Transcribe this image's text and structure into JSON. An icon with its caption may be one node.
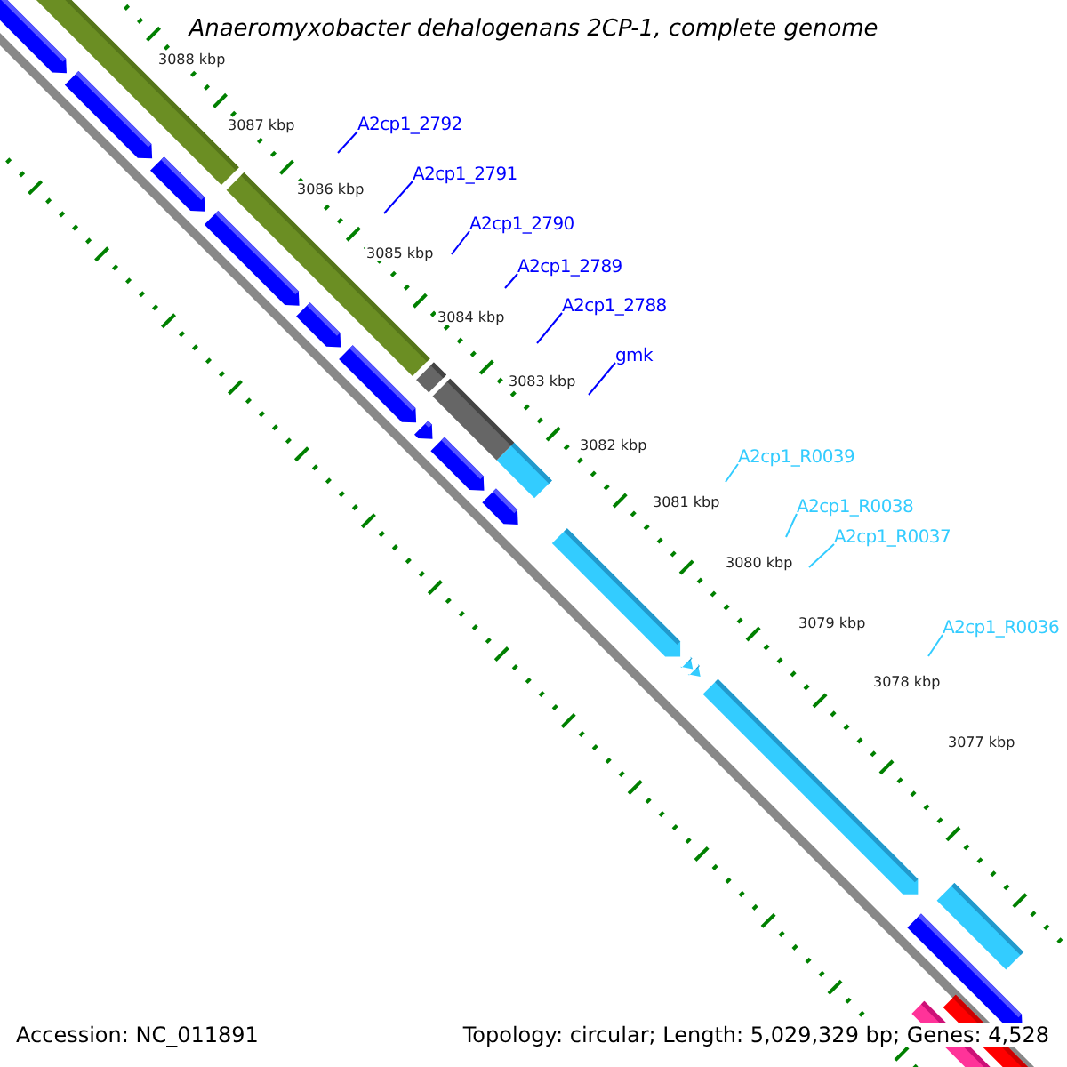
{
  "diagram": {
    "title": "Anaeromyxobacter dehalogenans 2CP-1, complete genome",
    "nodes": [
      {
        "text": [
          "A2cp1_2792"
        ]
      },
      {
        "text": [
          "A2cp1_2791"
        ]
      },
      {
        "text": [
          "A2cp1_2790"
        ]
      },
      {
        "text": [
          "A2cp1_2789"
        ]
      },
      {
        "text": [
          "A2cp1_2788"
        ]
      },
      {
        "text": [
          "gmk"
        ]
      },
      {
        "text": [
          "A2cp1_R0039"
        ]
      },
      {
        "text": [
          "A2cp1_R0038"
        ]
      },
      {
        "text": [
          "A2cp1_R0037"
        ]
      },
      {
        "text": [
          "A2cp1_R0036"
        ]
      }
    ],
    "edges": [
      {
        "from": 0,
        "to": null,
        "arrow": "none"
      },
      {
        "from": 1,
        "to": null,
        "arrow": "none"
      },
      {
        "from": 2,
        "to": null,
        "arrow": "none"
      },
      {
        "from": 3,
        "to": null,
        "arrow": "none"
      },
      {
        "from": 4,
        "to": null,
        "arrow": "none"
      },
      {
        "from": 5,
        "to": null,
        "arrow": "none"
      },
      {
        "from": 6,
        "to": null,
        "arrow": "none",
        "color": "#33ccff"
      },
      {
        "from": 7,
        "to": null,
        "arrow": "none",
        "color": "#33ccff"
      },
      {
        "from": 8,
        "to": null,
        "arrow": "none",
        "color": "#33ccff"
      },
      {
        "from": 9,
        "to": null,
        "arrow": "none",
        "color": "#33ccff"
      }
    ],
    "labels": [
      "3088 kbp",
      "3087 kbp",
      "3086 kbp",
      "3085 kbp",
      "3084 kbp",
      "3083 kbp",
      "3082 kbp",
      "3081 kbp",
      "3080 kbp",
      "3079 kbp",
      "3078 kbp",
      "3077 kbp",
      "Accession: NC_011891",
      "Topology: circular; Length: 5,029,329 bp; Genes: 4,528"
    ]
  }
}
